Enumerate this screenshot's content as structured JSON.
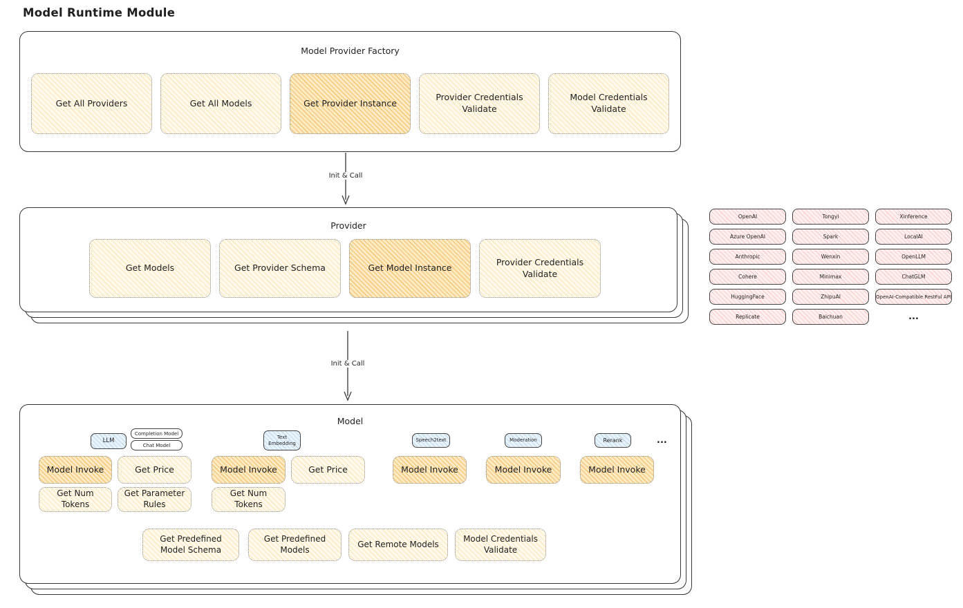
{
  "page": {
    "title": "Model Runtime Module"
  },
  "colors": {
    "node_yellow": "#fffaec",
    "node_orange_highlight": "#fdecc6",
    "provider_chip_pink": "#fdf0ef",
    "tab_chip_blue": "#eaf4fb",
    "stroke_dark": "#333333"
  },
  "factory": {
    "title": "Model Provider Factory",
    "buttons": [
      {
        "label": "Get All Providers",
        "highlighted": false
      },
      {
        "label": "Get All Models",
        "highlighted": false
      },
      {
        "label": "Get Provider Instance",
        "highlighted": true
      },
      {
        "label": "Provider Credentials Validate",
        "highlighted": false
      },
      {
        "label": "Model Credentials Validate",
        "highlighted": false
      }
    ]
  },
  "arrow1": {
    "label": "Init & Call"
  },
  "arrow2": {
    "label": "Init & Call"
  },
  "provider": {
    "title": "Provider",
    "buttons": [
      {
        "label": "Get Models",
        "highlighted": false
      },
      {
        "label": "Get Provider Schema",
        "highlighted": false
      },
      {
        "label": "Get Model Instance",
        "highlighted": true
      },
      {
        "label": "Provider Credentials Validate",
        "highlighted": false
      }
    ]
  },
  "providers_grid": {
    "items": [
      "OpenAI",
      "Tongyi",
      "Xinference",
      "Azure OpenAI",
      "Spark",
      "LocalAI",
      "Anthropic",
      "Wenxin",
      "OpenLLM",
      "Cohere",
      "Minimax",
      "ChatGLM",
      "HuggingFace",
      "ZhipuAI",
      "OpenAI-Compatible RestFul API",
      "Replicate",
      "Baichuan"
    ],
    "more": "..."
  },
  "model": {
    "title": "Model",
    "tabs": {
      "llm": "LLM",
      "completion": "Completion Model",
      "chat": "Chat Model",
      "text_embedding": "Text Embedding",
      "speech2text": "Speech2text",
      "moderation": "Moderation",
      "rerank": "Rerank",
      "more": "..."
    },
    "buttons": {
      "model_invoke": "Model Invoke",
      "get_price": "Get Price",
      "get_num_tokens": "Get Num Tokens",
      "get_parameter_rules": "Get Parameter Rules",
      "get_predefined_model_schema": "Get Predefined Model Schema",
      "get_predefined_models": "Get Predefined Models",
      "get_remote_models": "Get Remote Models",
      "model_credentials_validate": "Model Credentials Validate"
    }
  }
}
